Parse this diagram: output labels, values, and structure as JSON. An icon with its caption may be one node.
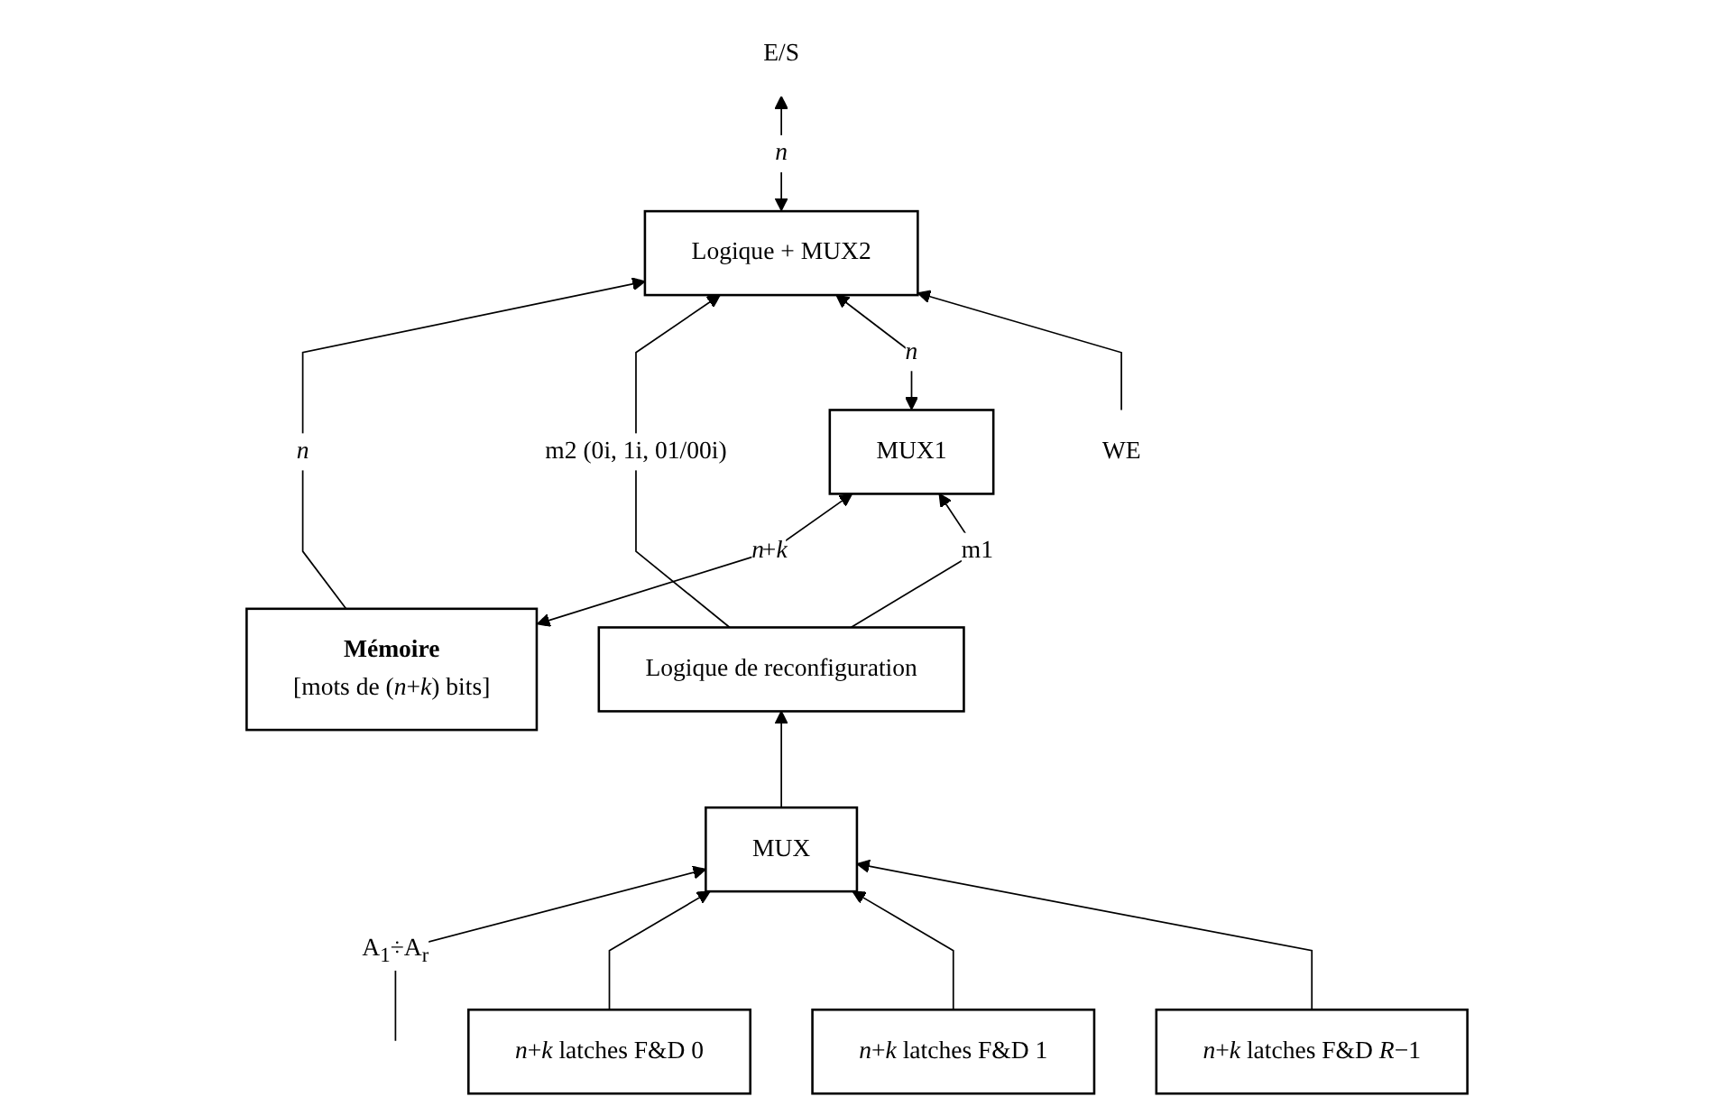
{
  "diagram": {
    "nodes": [
      {
        "text": [
          "Mémoire",
          "[mots de (*n*+*k*) bits]"
        ]
      },
      {
        "text": [
          "MUX1"
        ]
      },
      {
        "text": [
          "Logique de reconfiguration"
        ]
      },
      {
        "text": [
          "Logique + MUX2"
        ]
      },
      {
        "text": [
          "MUX"
        ]
      },
      {
        "text": [
          "*n*+*k* latches F&D 0"
        ]
      },
      {
        "text": [
          "*n*+*k* latches F&D 1"
        ]
      },
      {
        "text": [
          "*n*+*k* latches F&D *R*−1"
        ]
      },
      {
        "text": [
          "WE"
        ]
      },
      {
        "text": [
          "E/S"
        ]
      }
    ],
    "edges": [
      {
        "from": 0,
        "to": 1,
        "arrow": "both",
        "label": "*n*+*k*"
      },
      {
        "from": 0,
        "to": 3,
        "arrow": "to",
        "label": "*n*"
      },
      {
        "from": 2,
        "to": 1,
        "arrow": "to",
        "label": "m1"
      },
      {
        "from": 2,
        "to": 3,
        "arrow": "to",
        "label": "m2 (0i, 1i, 01/00i)"
      },
      {
        "from": 1,
        "to": 3,
        "arrow": "both",
        "label": "*n*"
      },
      {
        "from": 8,
        "to": 3,
        "arrow": "to"
      },
      {
        "from": 3,
        "to": 9,
        "arrow": "both",
        "label": "*n*"
      },
      {
        "from": 4,
        "to": 2,
        "arrow": "to"
      },
      {
        "from": null,
        "to": 4,
        "arrow": "to",
        "label": "A$_{1}$÷A$_{r}$"
      },
      {
        "from": 5,
        "to": 4,
        "arrow": "to"
      },
      {
        "from": 6,
        "to": 4,
        "arrow": "to"
      },
      {
        "from": 7,
        "to": 4,
        "arrow": "to"
      }
    ]
  }
}
